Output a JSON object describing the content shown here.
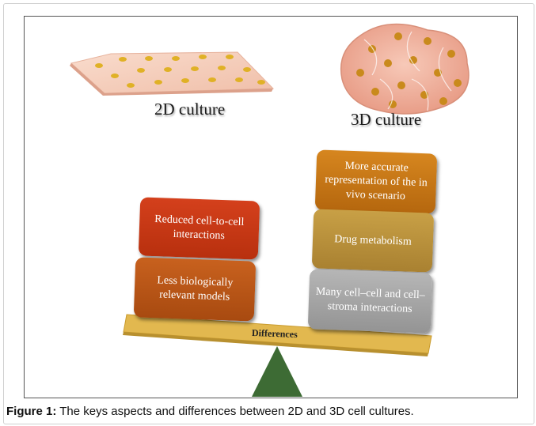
{
  "labels": {
    "two_d": "2D culture",
    "three_d": "3D culture"
  },
  "left_boxes": [
    "Reduced cell-to-cell interactions",
    "Less biologically relevant models"
  ],
  "right_boxes": [
    "More accurate representation of the in vivo scenario",
    "Drug metabolism",
    "Many cell–cell and cell–stroma interactions"
  ],
  "beam_label": "Differences",
  "caption": {
    "prefix": "Figure 1:",
    "text": " The keys aspects and differences between 2D and 3D cell cultures."
  },
  "colors": {
    "fulcrum": "#3d6b34",
    "beam": "#e2b84f",
    "cell_sheet": "#f6d3c3",
    "nucleus": "#e0b126"
  }
}
